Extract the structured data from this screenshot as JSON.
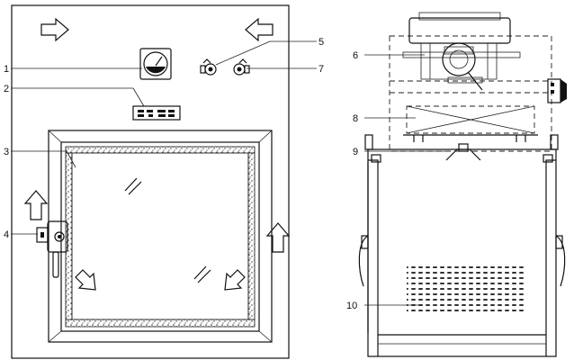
{
  "callouts": [
    {
      "id": "1",
      "text": "1"
    },
    {
      "id": "2",
      "text": "2"
    },
    {
      "id": "3",
      "text": "3"
    },
    {
      "id": "4",
      "text": "4"
    },
    {
      "id": "5",
      "text": "5"
    },
    {
      "id": "6",
      "text": "6"
    },
    {
      "id": "7",
      "text": "7"
    },
    {
      "id": "8",
      "text": "8"
    },
    {
      "id": "9",
      "text": "9"
    },
    {
      "id": "10",
      "text": "10"
    }
  ],
  "colors": {
    "line": "#111111",
    "background": "#ffffff",
    "gasket": "#555555"
  }
}
